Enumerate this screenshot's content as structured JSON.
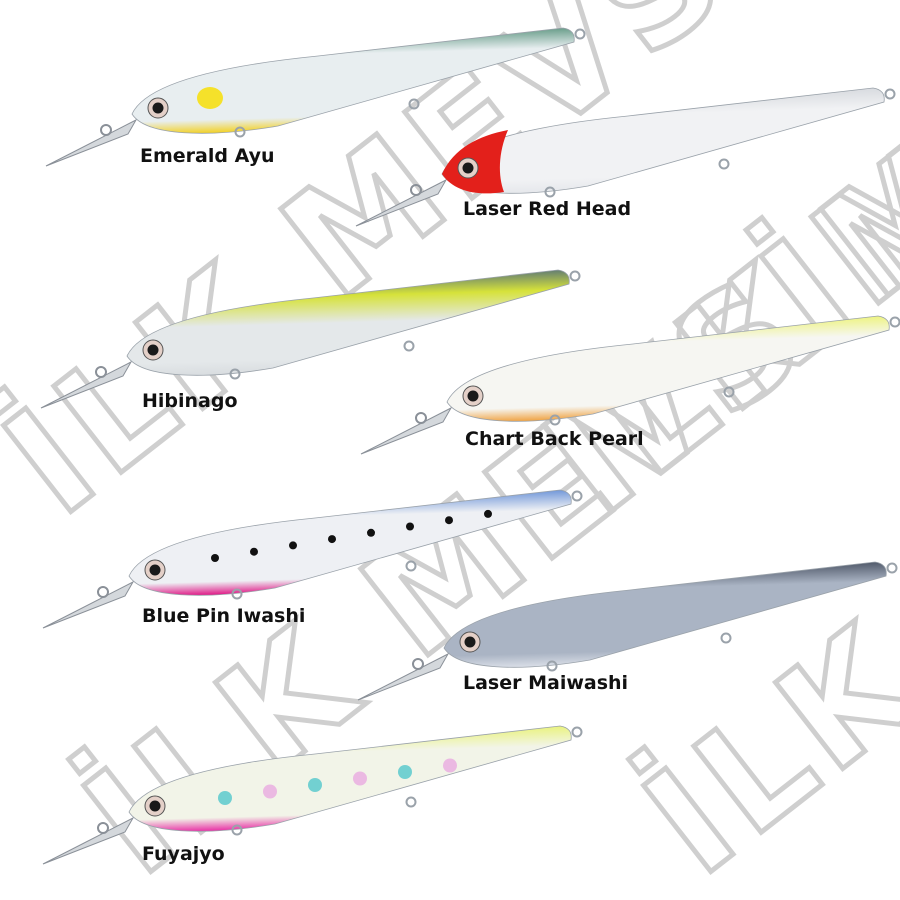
{
  "watermark": {
    "text": "İLK MEVSİM"
  },
  "lures": [
    {
      "name": "Emerald Ayu",
      "top": "#1a6b4a",
      "mid": "#e8eef0",
      "belly": "#f2d22c",
      "accent": "#f5e12a",
      "pattern": "spot"
    },
    {
      "name": "Laser Red Head",
      "top": "#c8ccd2",
      "mid": "#f1f2f4",
      "belly": "#e6e8ec",
      "accent": "#e3201b",
      "pattern": "redhead"
    },
    {
      "name": "Hibinago",
      "top": "#1c3f95",
      "mid": "#e4e8ea",
      "belly": "#d9dde0",
      "accent": "#d6e23a",
      "pattern": "stripe"
    },
    {
      "name": "Chart Back Pearl",
      "top": "#e8f23a",
      "mid": "#f6f6f2",
      "belly": "#f0a64a",
      "accent": "#f4f7b0",
      "pattern": "plain"
    },
    {
      "name": "Blue Pin Iwashi",
      "top": "#2460c8",
      "mid": "#eef0f4",
      "belly": "#e0208a",
      "accent": "#111111",
      "pattern": "dots"
    },
    {
      "name": "Laser Maiwashi",
      "top": "#1a2233",
      "mid": "#aab4c4",
      "belly": "#d8dde6",
      "accent": "#3c4a60",
      "pattern": "plain"
    },
    {
      "name": "Fuyajyo",
      "top": "#e4f23c",
      "mid": "#f2f4e8",
      "belly": "#e838a8",
      "accent": "#3cc0c8",
      "pattern": "fuya"
    }
  ]
}
